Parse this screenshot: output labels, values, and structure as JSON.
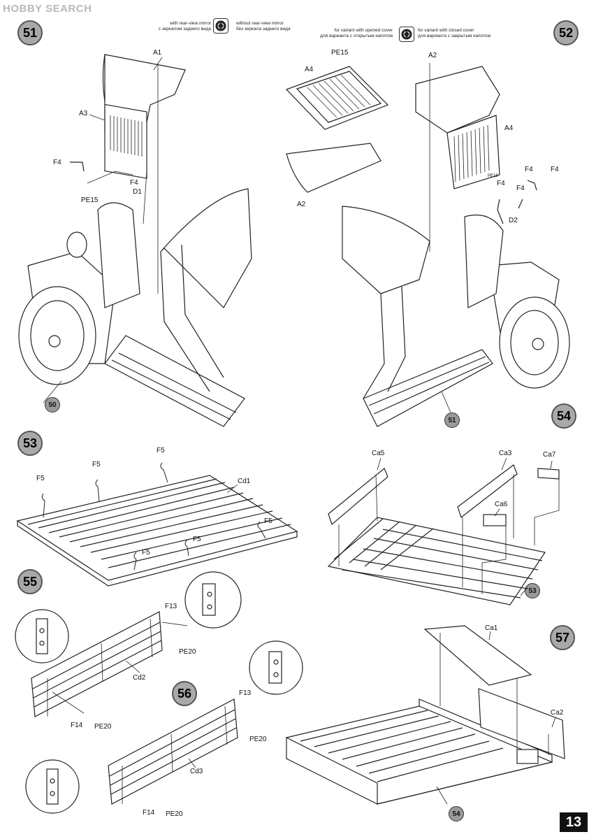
{
  "watermark": "HOBBY SEARCH",
  "page_number": "13",
  "notes": {
    "with_mirror_en": "with rear-view mirror",
    "with_mirror_ru": "с зеркалом заднего вида",
    "without_mirror_en": "without rear-view mirror",
    "without_mirror_ru": "без зеркала заднего вида",
    "opened_cover_en": "for variant with opened cover",
    "opened_cover_ru": "для варианта с открытым капотом",
    "closed_cover_en": "for variant with closed cover",
    "closed_cover_ru": "для варианта с закрытым капотом"
  },
  "steps": {
    "s51": "51",
    "s52": "52",
    "s53": "53",
    "s54": "54",
    "s55": "55",
    "s56": "56",
    "s57": "57"
  },
  "refs": {
    "r50": "50",
    "r51": "51",
    "r53": "53",
    "r54": "54"
  },
  "labels": {
    "a1": "A1",
    "a3": "A3",
    "f4a": "F4",
    "f4b": "F4",
    "d1": "D1",
    "pe15a": "PE15",
    "pe15b": "PE15",
    "a4a": "A4",
    "a2a": "A2",
    "a2b": "A2",
    "a4b": "A4",
    "f4c": "F4",
    "f4d": "F4",
    "f4e": "F4",
    "f4f": "F4",
    "d2": "D2",
    "pe15c": "PE15",
    "f5a": "F5",
    "f5b": "F5",
    "f5c": "F5",
    "f5d": "F5",
    "f5e": "F5",
    "f5f": "F5",
    "cd1": "Cd1",
    "ca5": "Ca5",
    "ca3": "Ca3",
    "ca7": "Ca7",
    "ca6": "Ca6",
    "f13a": "F13",
    "pe20a": "PE20",
    "cd2": "Cd2",
    "f14a": "F14",
    "pe20b": "PE20",
    "f13b": "F13",
    "pe20c": "PE20",
    "cd3": "Cd3",
    "f14b": "F14",
    "pe20d": "PE20",
    "ca1": "Ca1",
    "ca2": "Ca2"
  }
}
